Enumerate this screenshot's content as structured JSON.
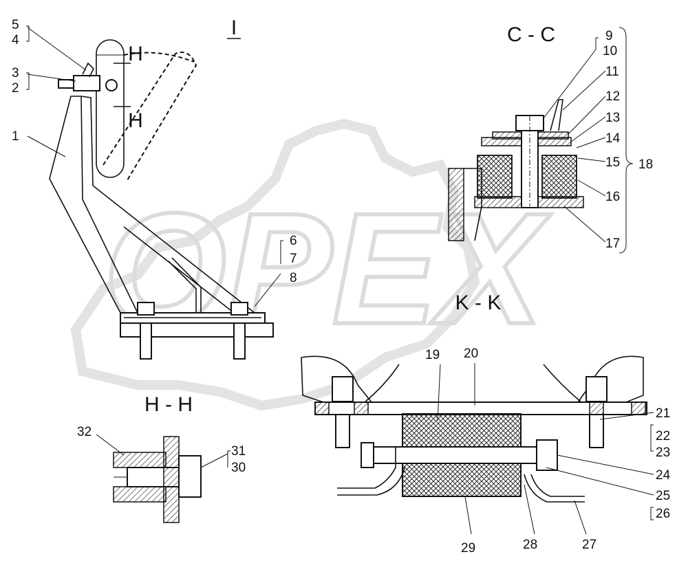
{
  "watermark": {
    "text": "OPEX",
    "color": "#d9d9d9"
  },
  "sections": {
    "view_one": "I",
    "cc": "C - C",
    "kk": "K - K",
    "hh": "H - H",
    "h_mark_top": "H",
    "h_mark_bottom": "H"
  },
  "labels": {
    "n1": "1",
    "n2": "2",
    "n3": "3",
    "n4": "4",
    "n5": "5",
    "n6": "6",
    "n7": "7",
    "n8": "8",
    "n9": "9",
    "n10": "10",
    "n11": "11",
    "n12": "12",
    "n13": "13",
    "n14": "14",
    "n15": "15",
    "n16": "16",
    "n17": "17",
    "n18": "18",
    "n19": "19",
    "n20": "20",
    "n21": "21",
    "n22": "22",
    "n23": "23",
    "n24": "24",
    "n25": "25",
    "n26": "26",
    "n27": "27",
    "n28": "28",
    "n29": "29",
    "n30": "30",
    "n31": "31",
    "n32": "32"
  }
}
